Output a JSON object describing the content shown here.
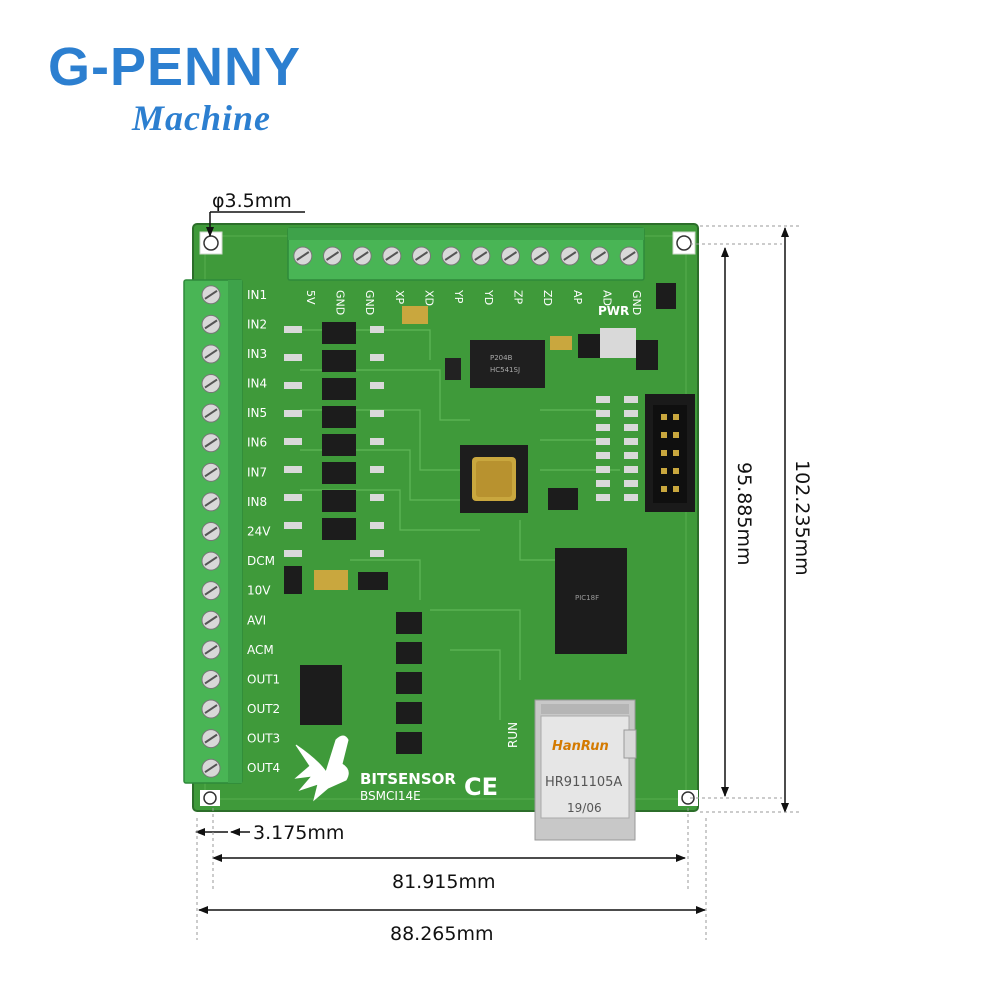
{
  "brand": {
    "name": "G-PENNY",
    "tagline": "Machine"
  },
  "dimensions": {
    "hole_diameter": "φ3.5mm",
    "hole_offset": "3.175mm",
    "hole_spacing_width": "81.915mm",
    "board_width": "88.265mm",
    "hole_spacing_height": "95.885mm",
    "board_height": "102.235mm"
  },
  "board": {
    "top_terminals": [
      "5V",
      "GND",
      "GND",
      "XP",
      "XD",
      "YP",
      "YD",
      "ZP",
      "ZD",
      "AP",
      "AD",
      "GND"
    ],
    "left_terminals": [
      "IN1",
      "IN2",
      "IN3",
      "IN4",
      "IN5",
      "IN6",
      "IN7",
      "IN8",
      "24V",
      "DCM",
      "10V",
      "AVI",
      "ACM",
      "OUT1",
      "OUT2",
      "OUT3",
      "OUT4"
    ],
    "pwr_label": "PWR",
    "run_label": "RUN",
    "brand_label": "BITSENSOR",
    "model_label": "BSMCI14E",
    "ce_mark": "CE",
    "rj45": {
      "brand": "HanRun",
      "part": "HR911105A",
      "date": "19/06"
    }
  },
  "colors": {
    "brand_blue": "#2c7fd0",
    "pcb_green": "#3f9a3a",
    "terminal_green": "#49b555"
  }
}
